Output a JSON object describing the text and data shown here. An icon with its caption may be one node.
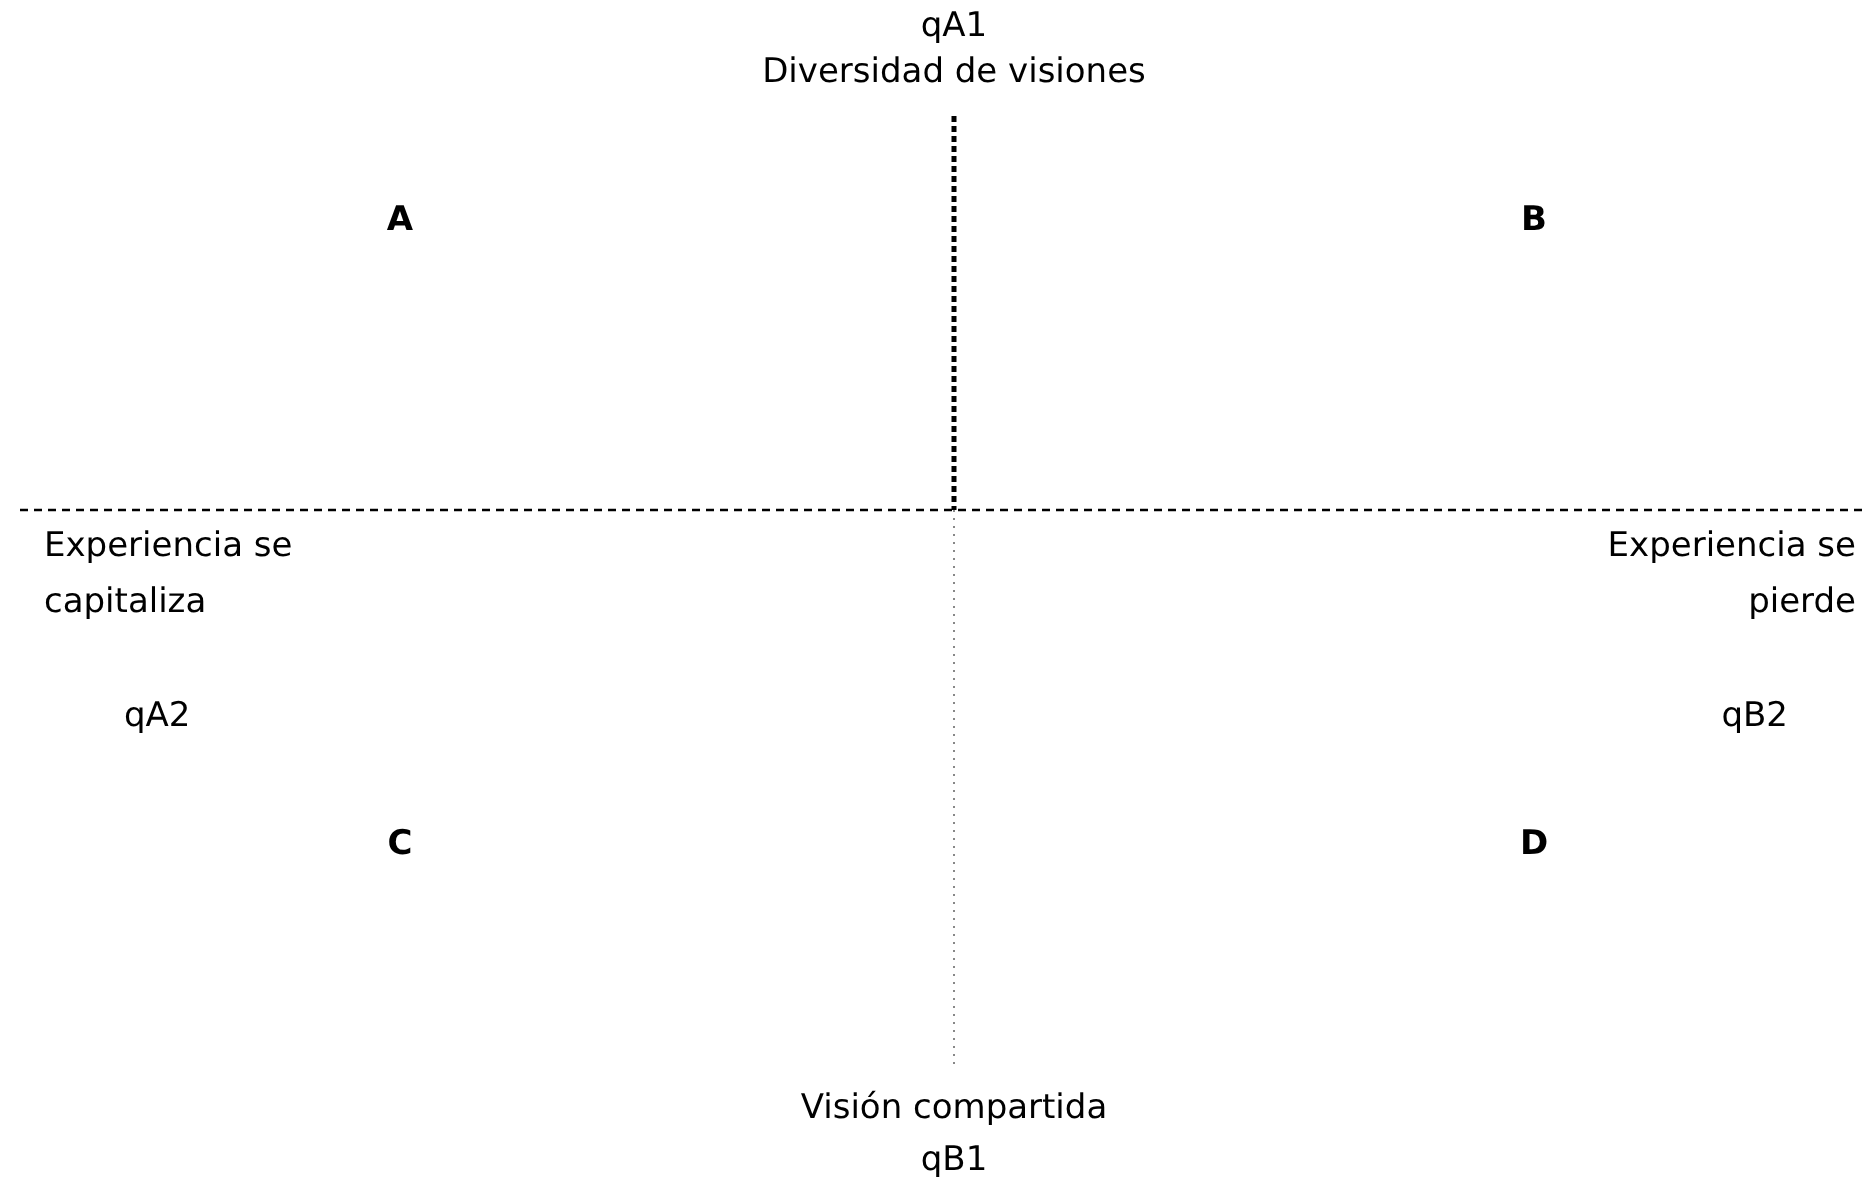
{
  "diagram": {
    "labels": [
      "qA1",
      "Diversidad de visiones",
      "A",
      "B",
      "Experiencia se capitaliza",
      "Experiencia se pierde",
      "qA2",
      "qB2",
      "C",
      "D",
      "Visión compartida",
      "qB1"
    ]
  }
}
